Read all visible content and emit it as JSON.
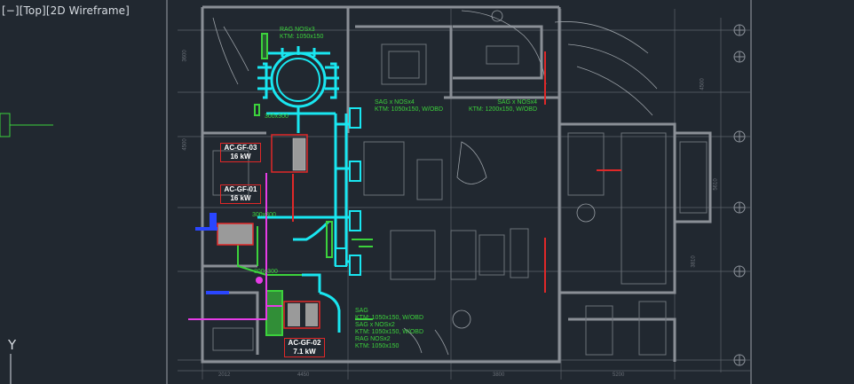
{
  "viewport": {
    "controls": {
      "minus": "[−]",
      "view": "[Top]",
      "style": "[2D Wireframe]"
    },
    "ucs_axis": "Y"
  },
  "colors": {
    "background": "#212830",
    "wall": "#8a8f96",
    "duct": "#19e6f0",
    "text_green": "#3cd23c",
    "tag_red": "#e02828",
    "magenta": "#e63ce6",
    "blue": "#2a46ff",
    "dim": "#6a7078"
  },
  "drawing": {
    "labels": {
      "rag_top": "RAG NOSx3",
      "rag_top_ktm": "KTM: 1050x150",
      "sag_mid": "SAG x NOSx4",
      "sag_mid_ktm": "KTM: 1050x150, W/OBD",
      "sag_right": "SAG x NOSx4",
      "sag_right_ktm": "KTM: 1200x150, W/OBD",
      "duct_300_a": "300x300",
      "duct_300_b": "300x300",
      "duct_300_c": "300x300",
      "sag_bottom": "SAG",
      "sag_bottom_ktm": "KTM: 1050x150, W/OBD",
      "sag_bottom2": "SAG x NOSx2",
      "sag_bottom2_ktm": "KTM: 1050x150, W/OBD",
      "rag_bottom": "RAG NOSx2",
      "rag_bottom_ktm": "KTM: 1050x150"
    },
    "units": [
      {
        "id": "AC-GF-03",
        "capacity": "16 kW"
      },
      {
        "id": "AC-GF-01",
        "capacity": "16 kW"
      },
      {
        "id": "AC-GF-02",
        "capacity": "7.1 kW"
      }
    ],
    "dims": {
      "bottom_1": "2012",
      "bottom_2": "4450",
      "bottom_3": "3800",
      "bottom_4": "5200",
      "right_1": "4500",
      "right_2": "5610",
      "right_3": "3810",
      "left_1": "3600",
      "left_2": "4500"
    }
  }
}
